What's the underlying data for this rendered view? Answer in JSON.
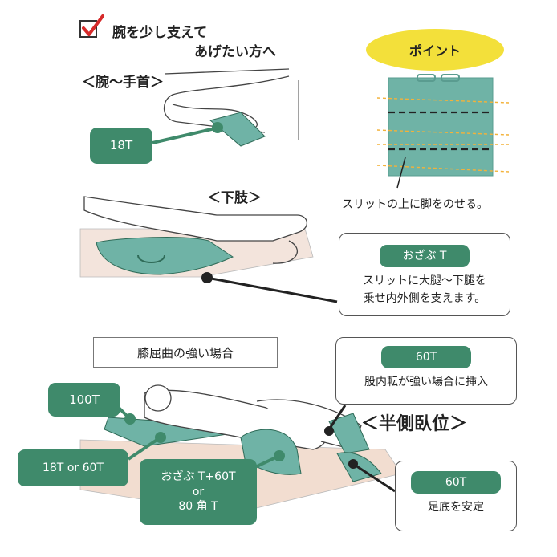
{
  "top_left": {
    "check_label_line1": "腕を少し支えて",
    "check_label_line2": "あげたい方へ",
    "section_arm": "＜腕〜手首＞",
    "tag_arm": "18T",
    "section_leg": "＜下肢＞"
  },
  "point": {
    "badge": "ポイント",
    "caption": "スリットの上に脚をのせる。"
  },
  "osabu": {
    "tag": "おざぶ T",
    "line1": "スリットに大腿〜下腿を",
    "line2": "乗せ内外側を支えます。"
  },
  "knee": {
    "title": "膝屈曲の強い場合",
    "tag_100": "100T",
    "tag_18or60": "18T or 60T",
    "combo_line1": "おざぶ T+60T",
    "combo_line2": "or",
    "combo_line3": "80 角 T",
    "box60_tag": "60T",
    "box60_text": "股内転が強い場合に挿入",
    "side_label": "＜半側臥位＞",
    "box60b_tag": "60T",
    "box60b_text": "足底を安定"
  },
  "colors": {
    "accent_green": "#3f8a6b",
    "cushion_green": "#6fb3a6",
    "badge_yellow": "#f3e03a",
    "check_red": "#d62a2a",
    "mattress_pink": "#f2ddd0"
  }
}
